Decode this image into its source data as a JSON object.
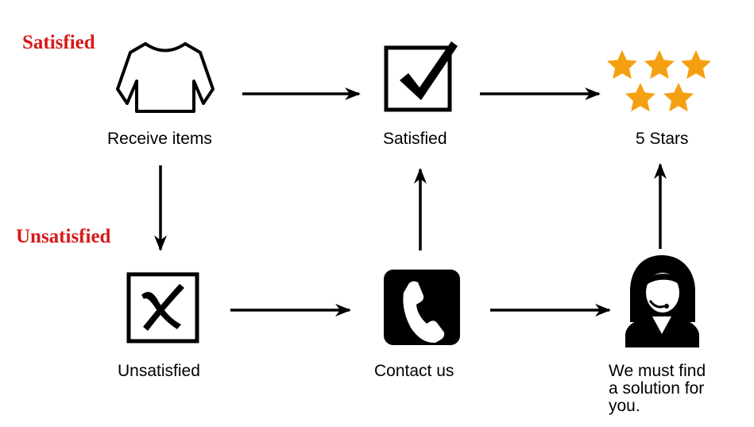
{
  "side_labels": {
    "satisfied": "Satisfied",
    "unsatisfied": "Unsatisfied"
  },
  "nodes": {
    "receive_items": "Receive items",
    "satisfied": "Satisfied",
    "five_stars": "5 Stars",
    "unsatisfied": "Unsatisfied",
    "contact_us": "Contact us",
    "solution": "We must find\na solution for\nyou."
  },
  "colors": {
    "label_red": "#d61a1a",
    "star_orange": "#f5a011",
    "ink": "#000000"
  },
  "icons": {
    "receive_items": "sweater-icon",
    "satisfied": "checkbox-checked-icon",
    "five_stars": "five-stars-icon",
    "unsatisfied": "checkbox-x-icon",
    "contact_us": "phone-icon",
    "solution": "support-agent-icon"
  }
}
